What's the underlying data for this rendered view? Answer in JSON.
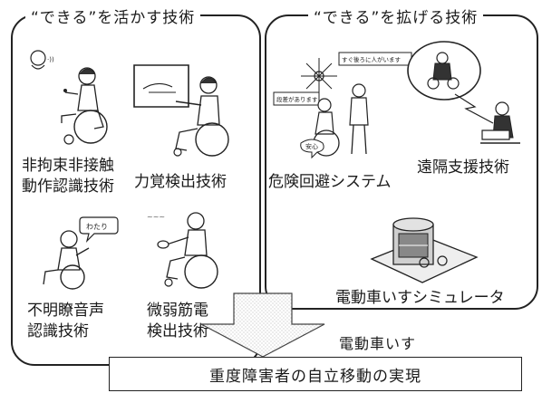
{
  "left_panel": {
    "title": "“できる”を活かす技術",
    "items": [
      {
        "label_lines": [
          "非拘束非接触",
          "動作認識技術"
        ]
      },
      {
        "label_lines": [
          "力覚検出技術"
        ]
      },
      {
        "label_lines": [
          "不明瞭音声",
          "認識技術"
        ],
        "speech": "わたり"
      },
      {
        "label_lines": [
          "微弱筋電",
          "検出技術"
        ]
      }
    ]
  },
  "right_panel": {
    "title": "“できる”を拡げる技術",
    "items": [
      {
        "label_lines": [
          "危険回避システム"
        ],
        "callouts": [
          "すぐ後ろに人がいます",
          "段差があります",
          "安心"
        ]
      },
      {
        "label_lines": [
          "遠隔支援技術"
        ]
      },
      {
        "label_lines": [
          "電動車いすシミュレータ"
        ]
      }
    ]
  },
  "arrow": {
    "label": "電動車いす"
  },
  "result": {
    "text": "重度障害者の自立移動の実現"
  },
  "colors": {
    "line": "#222222",
    "background": "#ffffff",
    "shade": "#d9d9d9"
  }
}
